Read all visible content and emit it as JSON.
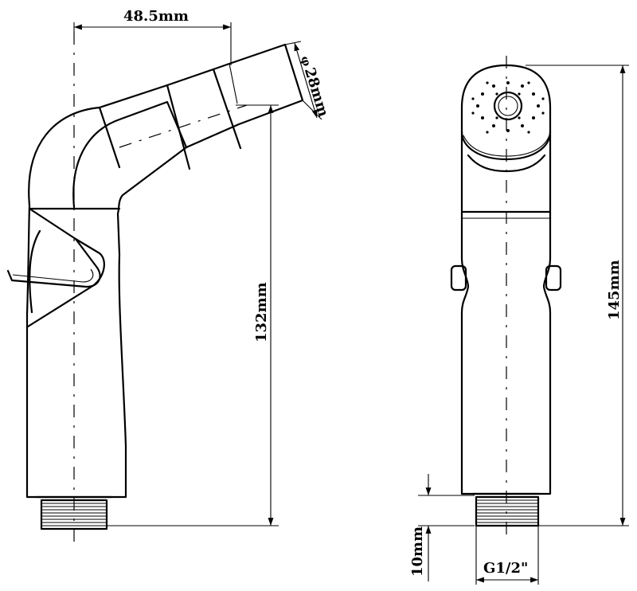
{
  "dimensions": {
    "width_top": "48.5mm",
    "diameter_symbol": "φ",
    "diameter_value": "28mm",
    "height_side": "132mm",
    "height_front": "145mm",
    "thread_length": "10mm",
    "thread_size": "G1/2\""
  }
}
